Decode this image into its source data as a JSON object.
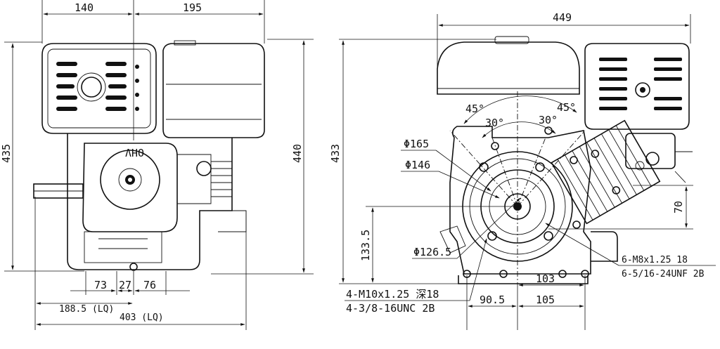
{
  "side_view": {
    "dim_top_left": "140",
    "dim_top_right": "195",
    "dim_height_left": "435",
    "dim_height_right": "440",
    "dim_73": "73",
    "dim_27": "27",
    "dim_76": "76",
    "dim_188": "188.5 (LQ)",
    "dim_403": "403 (LQ)",
    "brand_mark": "OHV"
  },
  "front_view": {
    "dim_449": "449",
    "dim_433": "433",
    "dim_133": "133.5",
    "dim_70": "70",
    "angle_45_left": "45°",
    "angle_45_right": "45°",
    "angle_30_left": "30°",
    "angle_30_right": "30°",
    "phi_165": "Φ165",
    "phi_146": "Φ146",
    "phi_126": "Φ126.5",
    "bolt_metric": "6-M8x1.25  18",
    "bolt_unf": "6-5/16-24UNF 2B",
    "base_metric": "4-M10x1.25 深18",
    "base_unc": "4-3/8-16UNC 2B",
    "dim_103": "103",
    "dim_90": "90.5",
    "dim_105": "105"
  }
}
